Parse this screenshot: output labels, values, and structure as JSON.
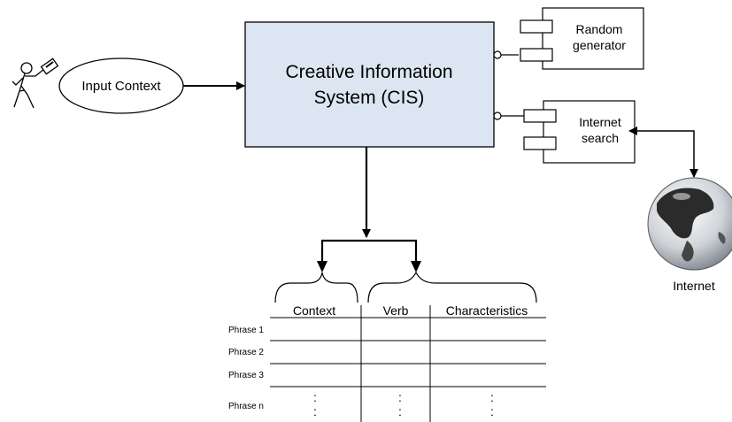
{
  "actor": {
    "input_label": "Input Context"
  },
  "cis": {
    "line1": "Creative Information",
    "line2": "System (CIS)"
  },
  "components": {
    "random": {
      "line1": "Random",
      "line2": "generator"
    },
    "internet_search": {
      "line1": "Internet",
      "line2": "search"
    }
  },
  "globe": {
    "label": "Internet"
  },
  "table": {
    "columns": [
      "Context",
      "Verb",
      "Characteristics"
    ],
    "rows": [
      "Phrase 1",
      "Phrase 2",
      "Phrase 3",
      "Phrase n"
    ],
    "ellipsis": ":"
  },
  "colors": {
    "cis_fill": "#DCE6F2",
    "stroke": "#000000"
  }
}
